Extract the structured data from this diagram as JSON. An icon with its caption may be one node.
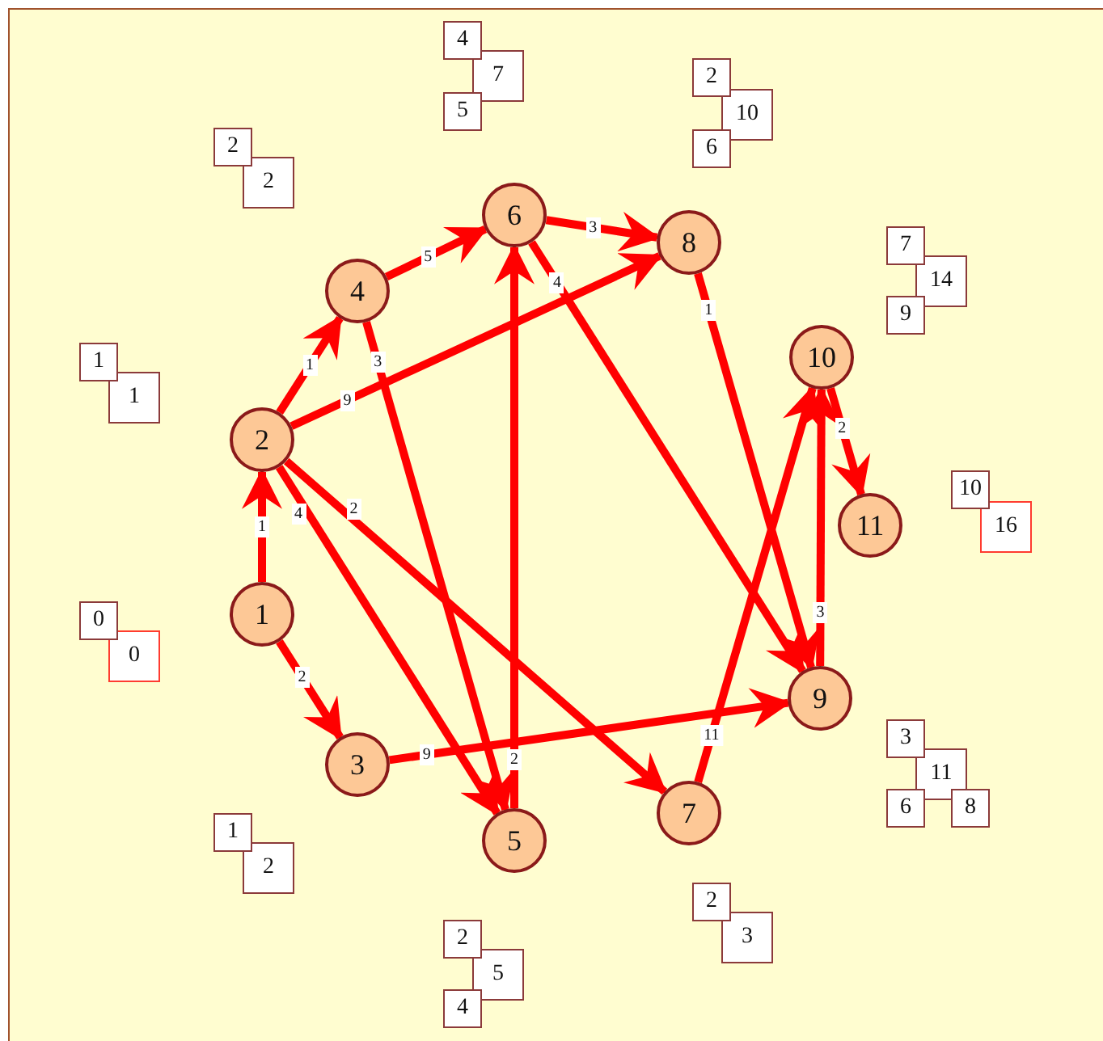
{
  "diagram": {
    "nodes": [
      {
        "text": [
          "1"
        ],
        "beside": [
          "0",
          "0"
        ]
      },
      {
        "text": [
          "2"
        ],
        "beside": [
          "1",
          "1"
        ]
      },
      {
        "text": [
          "3"
        ],
        "beside": [
          "1",
          "2"
        ]
      },
      {
        "text": [
          "4"
        ],
        "beside": [
          "2",
          "2"
        ]
      },
      {
        "text": [
          "5"
        ],
        "beside": [
          "2",
          "5",
          "4"
        ]
      },
      {
        "text": [
          "6"
        ],
        "beside": [
          "4",
          "7",
          "5"
        ]
      },
      {
        "text": [
          "7"
        ],
        "beside": [
          "2",
          "3"
        ]
      },
      {
        "text": [
          "8"
        ],
        "beside": [
          "2",
          "10",
          "6"
        ]
      },
      {
        "text": [
          "9"
        ],
        "beside": [
          "3",
          "11",
          "6",
          "8"
        ]
      },
      {
        "text": [
          "10"
        ],
        "beside": [
          "7",
          "14",
          "9"
        ]
      },
      {
        "text": [
          "11"
        ],
        "beside": [
          "10",
          "16"
        ]
      }
    ],
    "edges": [
      {
        "from": 0,
        "to": 1,
        "arrow": "to",
        "label": "1"
      },
      {
        "from": 0,
        "to": 2,
        "arrow": "to",
        "label": "2"
      },
      {
        "from": 1,
        "to": 3,
        "arrow": "to",
        "label": "1"
      },
      {
        "from": 1,
        "to": 7,
        "arrow": "to",
        "label": "9"
      },
      {
        "from": 1,
        "to": 4,
        "arrow": "to",
        "label": "4"
      },
      {
        "from": 1,
        "to": 6,
        "arrow": "to",
        "label": "2"
      },
      {
        "from": 3,
        "to": 5,
        "arrow": "to",
        "label": "5"
      },
      {
        "from": 3,
        "to": 4,
        "arrow": "to",
        "label": "3"
      },
      {
        "from": 5,
        "to": 7,
        "arrow": "to",
        "label": "3"
      },
      {
        "from": 5,
        "to": 8,
        "arrow": "to",
        "label": "4"
      },
      {
        "from": 7,
        "to": 8,
        "arrow": "to",
        "label": "1"
      },
      {
        "from": 2,
        "to": 8,
        "arrow": "to",
        "label": "9"
      },
      {
        "from": 4,
        "to": 5,
        "arrow": "to",
        "label": "2"
      },
      {
        "from": 6,
        "to": 9,
        "arrow": "to",
        "label": "11"
      },
      {
        "from": 8,
        "to": 9,
        "arrow": "to",
        "label": "3"
      },
      {
        "from": 9,
        "to": 10,
        "arrow": "to",
        "label": "2"
      }
    ]
  }
}
